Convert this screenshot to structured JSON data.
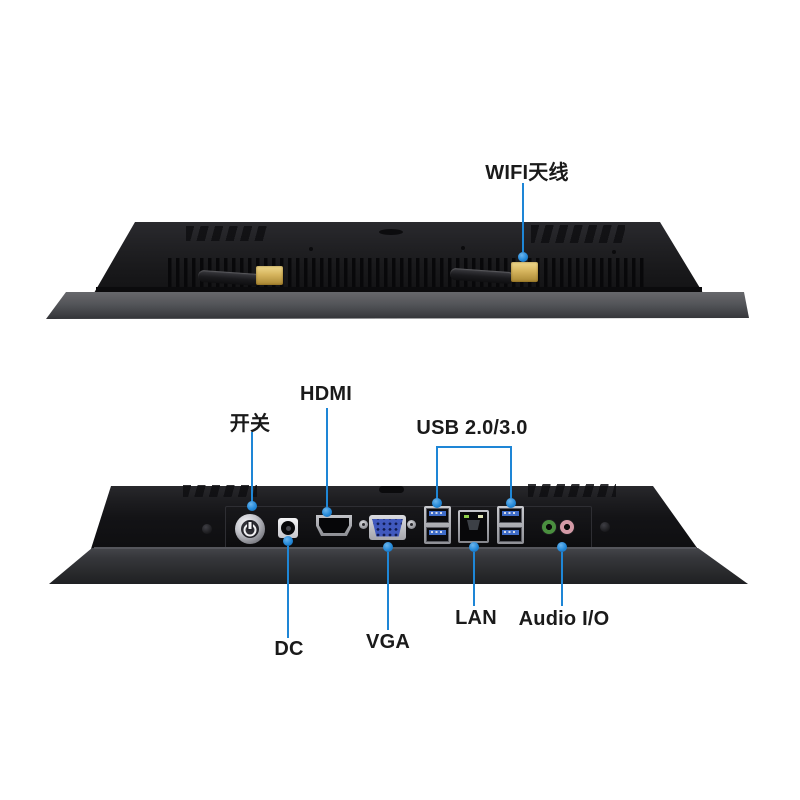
{
  "image_type": "product-port-annotation-diagram",
  "device": {
    "views": {
      "rear_angled": "rear view with wifi antennas",
      "bottom_ports": "bottom edge view with io ports"
    },
    "ports": [
      "wifi-antenna",
      "power-button",
      "dc-jack",
      "hdmi-port",
      "vga-port",
      "usb-2.0-3.0-ports",
      "lan-port",
      "audio-line-out",
      "audio-mic-in",
      "screws"
    ]
  },
  "callouts": {
    "wifi": {
      "label": "WIFI天线"
    },
    "power": {
      "label": "开关"
    },
    "hdmi": {
      "label": "HDMI"
    },
    "usb": {
      "label": "USB 2.0/3.0"
    },
    "dc": {
      "label": "DC"
    },
    "vga": {
      "label": "VGA"
    },
    "lan": {
      "label": "LAN"
    },
    "audio": {
      "label": "Audio I/O"
    }
  },
  "colors": {
    "background": "#ffffff",
    "leader_line": "#1e86d6",
    "label_text": "#1a1a1a",
    "usb_tongue_blue": "#3f6cc8",
    "vga_blue": "#4059be",
    "audio_out_green": "#4a8f3f",
    "audio_mic_pink": "#d39aa6",
    "antenna_gold": "#d6b55e",
    "chassis_black": "#1a1a1d",
    "bezel_gray": "#56575b"
  }
}
